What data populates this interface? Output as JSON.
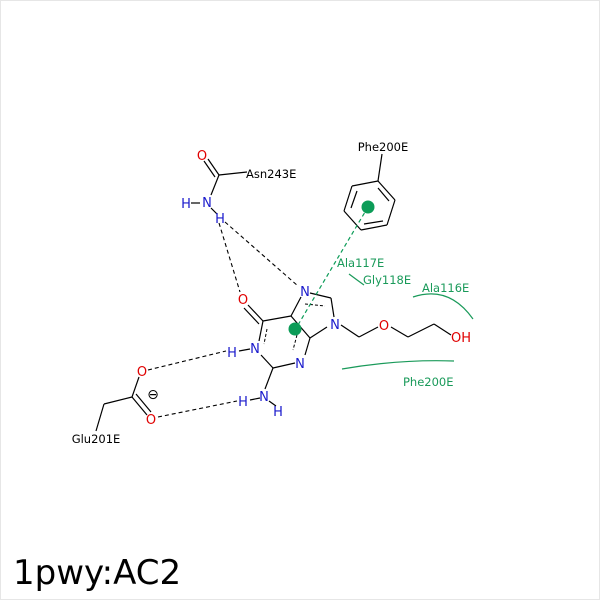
{
  "caption": "1pwy:AC2",
  "colors": {
    "bond": "#000000",
    "nitrogen": "#1a1acc",
    "oxygen": "#e00000",
    "hydrophobic": "#1a9a5a",
    "pi": "#0c9c58"
  },
  "atoms": {
    "o_asn": "O",
    "n_asn": "N",
    "h_asn1": "H",
    "h_asn2": "H",
    "n7": "N",
    "o6": "O",
    "n9": "N",
    "n1": "N",
    "h_n1": "H",
    "n3": "N",
    "n2": "N",
    "h_n2a": "H",
    "h_n2b": "H",
    "o_ether": "O",
    "oh": "OH",
    "o_glu1": "O",
    "o_glu2": "O",
    "charge": "⊖"
  },
  "residues": {
    "phe200_top": "Phe200E",
    "asn243": "Asn243E",
    "ala117": "Ala117E",
    "gly118": "Gly118E",
    "ala116": "Ala116E",
    "phe200_bottom": "Phe200E",
    "glu201": "Glu201E"
  }
}
